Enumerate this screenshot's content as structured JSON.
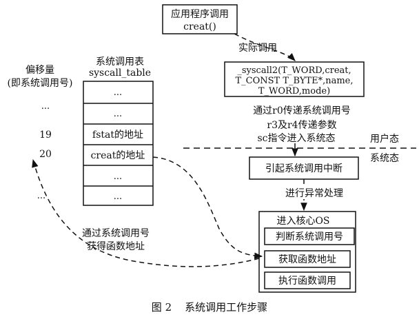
{
  "caption": "图 2    系统调用工作步骤",
  "app_call": {
    "line1": "应用程序调用",
    "line2": "creat()"
  },
  "arrow_actual_call": "实际调用",
  "syscall_macro": {
    "line1": "_syscall2(T_WORD,creat,",
    "line2": "T_CONST T_BYTE*,name,",
    "line3": "T_WORD,mode)"
  },
  "pass_note": {
    "line1": "通过r0传递系统调用号",
    "line2": "r3及r4传递参数",
    "line3": "sc指令进入系统态"
  },
  "mode_user": "用户态",
  "mode_system": "系统态",
  "raise_interrupt": "引起系统调用中断",
  "exception_handle": "进行异常处理",
  "kernel": {
    "title": "进入核心OS",
    "steps": [
      "判断系统调用号",
      "获取函数地址",
      "执行函数调用"
    ]
  },
  "table": {
    "title1": "系统调用表",
    "title2": "syscall_table",
    "cells": [
      "...",
      "...",
      "fstat的地址",
      "creat的地址",
      "...",
      "..."
    ]
  },
  "offset": {
    "title1": "偏移量",
    "title2": "(即系统调用号)",
    "values": [
      "...",
      "19",
      "20",
      "..."
    ]
  },
  "back_note": {
    "line1": "通过系统调用号",
    "line2": "获得函数地址"
  }
}
